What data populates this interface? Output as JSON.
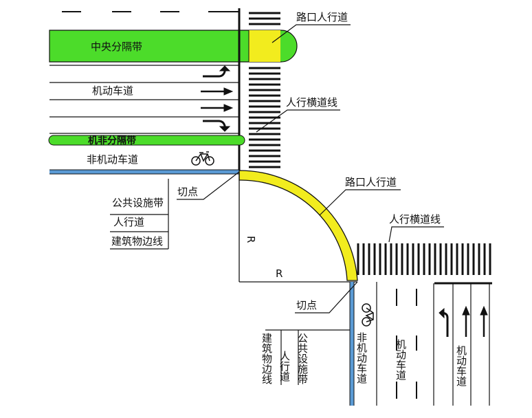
{
  "labels": {
    "top_crosswalk_area": "路口人行道",
    "median": "中央分隔带",
    "motor_lane_h": "机动车道",
    "crosswalk_line_top": "人行横道线",
    "bike_separator": "机非分隔带",
    "non_motor_lane_h": "非机动车道",
    "corner_crosswalk_area": "路口人行道",
    "tangent_point_top": "切点",
    "public_facility_belt_h": "公共设施带",
    "sidewalk_h": "人行道",
    "building_line_h": "建筑物边线",
    "crosswalk_line_right": "人行横道线",
    "radius_v": "R",
    "radius_h": "R",
    "tangent_point_bottom": "切点",
    "building_line_v": "建筑物边线",
    "sidewalk_v": "人行道",
    "public_facility_belt_v": "公共设施带",
    "non_motor_lane_v": "非机动车道",
    "motor_lane_v1": "机动车道",
    "motor_lane_v2": "机动车道"
  },
  "colors": {
    "median_green": "#4cdc2a",
    "crosswalk_yellow": "#f2ec1e",
    "curb_blue": "#5b9bd5",
    "line_black": "#111111"
  },
  "icons": {
    "bicycle": "bicycle-icon",
    "left_turn_arrow": "left-turn-arrow-icon",
    "straight_arrow": "straight-arrow-icon",
    "right_turn_arrow": "right-turn-arrow-icon"
  }
}
